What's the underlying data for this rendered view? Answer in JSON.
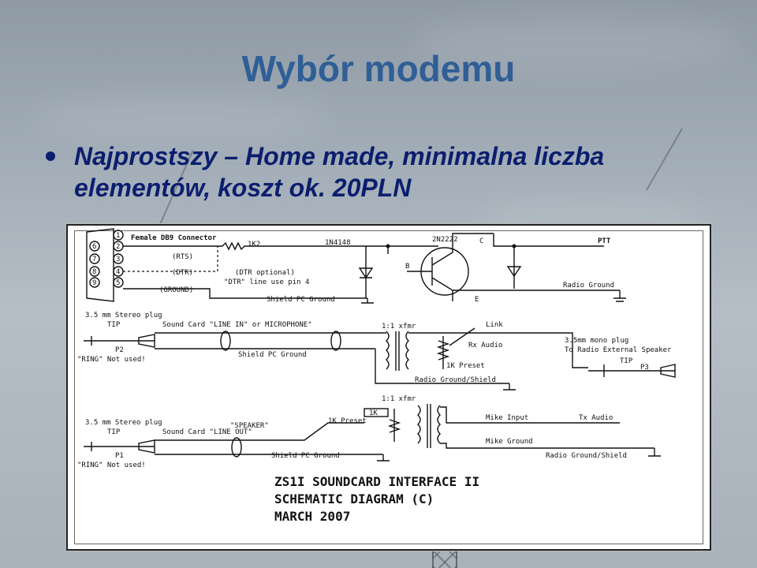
{
  "slide": {
    "title": "Wybór modemu",
    "bullet": "Najprostszy – Home made, minimalna liczba elementów, koszt ok. 20PLN"
  },
  "schematic": {
    "labels": {
      "db9": "Female DB9 Connector",
      "r1k2": "1K2",
      "diode": "1N4148",
      "transistor": "2N2222",
      "rts": "(RTS)",
      "dtr": "(DTR)",
      "dtr_optional": "(DTR optional)",
      "dtr_note": "\"DTR\" line use pin 4",
      "ground": "(GROUND)",
      "shield_pc_ground": "Shield  PC Ground",
      "b": "B",
      "c": "C",
      "e": "E",
      "ptt": "PTT",
      "radio_ground": "Radio Ground",
      "stereo_plug_1": "3.5 mm Stereo plug",
      "tip_1": "TIP",
      "sound_card_line_in": "Sound Card \"LINE IN\" or MICROPHONE\"",
      "p2": "P2",
      "ring_not_used_1": "\"RING\" Not used!",
      "shield_pc_ground_2": "Shield  PC Ground",
      "xfmr_1": "1:1 xfmr",
      "link": "Link",
      "rx_audio": "Rx Audio",
      "preset_1": "1K Preset",
      "mono_plug": "3.5mm mono plug",
      "to_radio_speaker": "To Radio External Speaker",
      "tip_3": "TIP",
      "p3": "P3",
      "radio_ground_shield_1": "Radio Ground/Shield",
      "xfmr_2": "1:1 xfmr",
      "r1k": "1K",
      "preset_2": "1K Preset",
      "stereo_plug_2": "3.5 mm Stereo plug",
      "speaker": "\"SPEAKER\"",
      "tip_2": "TIP",
      "sound_card_line_out": "Sound Card \"LINE OUT\"",
      "p1": "P1",
      "ring_not_used_2": "\"RING\" Not used!",
      "mike_input": "Mike Input",
      "mike_ground": "Mike Ground",
      "tx_audio": "Tx Audio",
      "shield_pc_ground_3": "Shield PC Ground",
      "radio_ground_shield_2": "Radio Ground/Shield",
      "pins": [
        "1",
        "2",
        "3",
        "4",
        "5",
        "6",
        "7",
        "8",
        "9"
      ]
    },
    "caption": [
      "ZS1I SOUNDCARD INTERFACE II",
      "SCHEMATIC DIAGRAM (C)",
      "MARCH 2007"
    ]
  }
}
